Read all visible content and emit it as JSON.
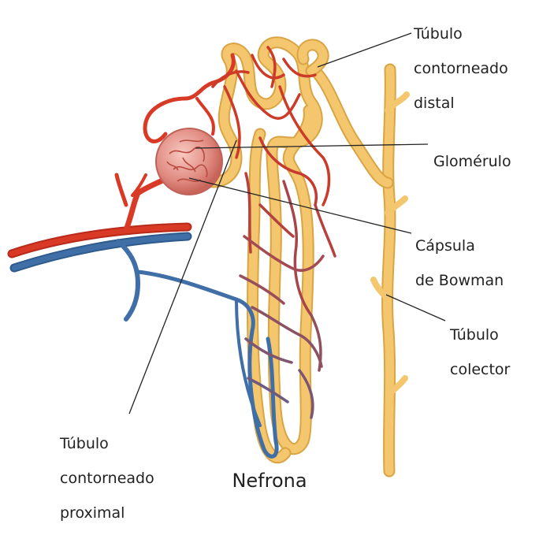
{
  "title": "Nefrona",
  "labels": {
    "distal": [
      "Túbulo",
      "contorneado",
      "distal"
    ],
    "glomerulo": [
      "Glomérulo"
    ],
    "capsula": [
      "Cápsula",
      "de Bowman"
    ],
    "colector": [
      "Túbulo",
      "colector"
    ],
    "proximal": [
      "Túbulo",
      "contorneado",
      "proximal"
    ]
  },
  "colors": {
    "tubule": "#f4c66e",
    "tubule_edge": "#d9a544",
    "artery": "#d93a26",
    "vein": "#3f6fa6",
    "capsule": "#e8948a",
    "leader_line": "#222222"
  }
}
